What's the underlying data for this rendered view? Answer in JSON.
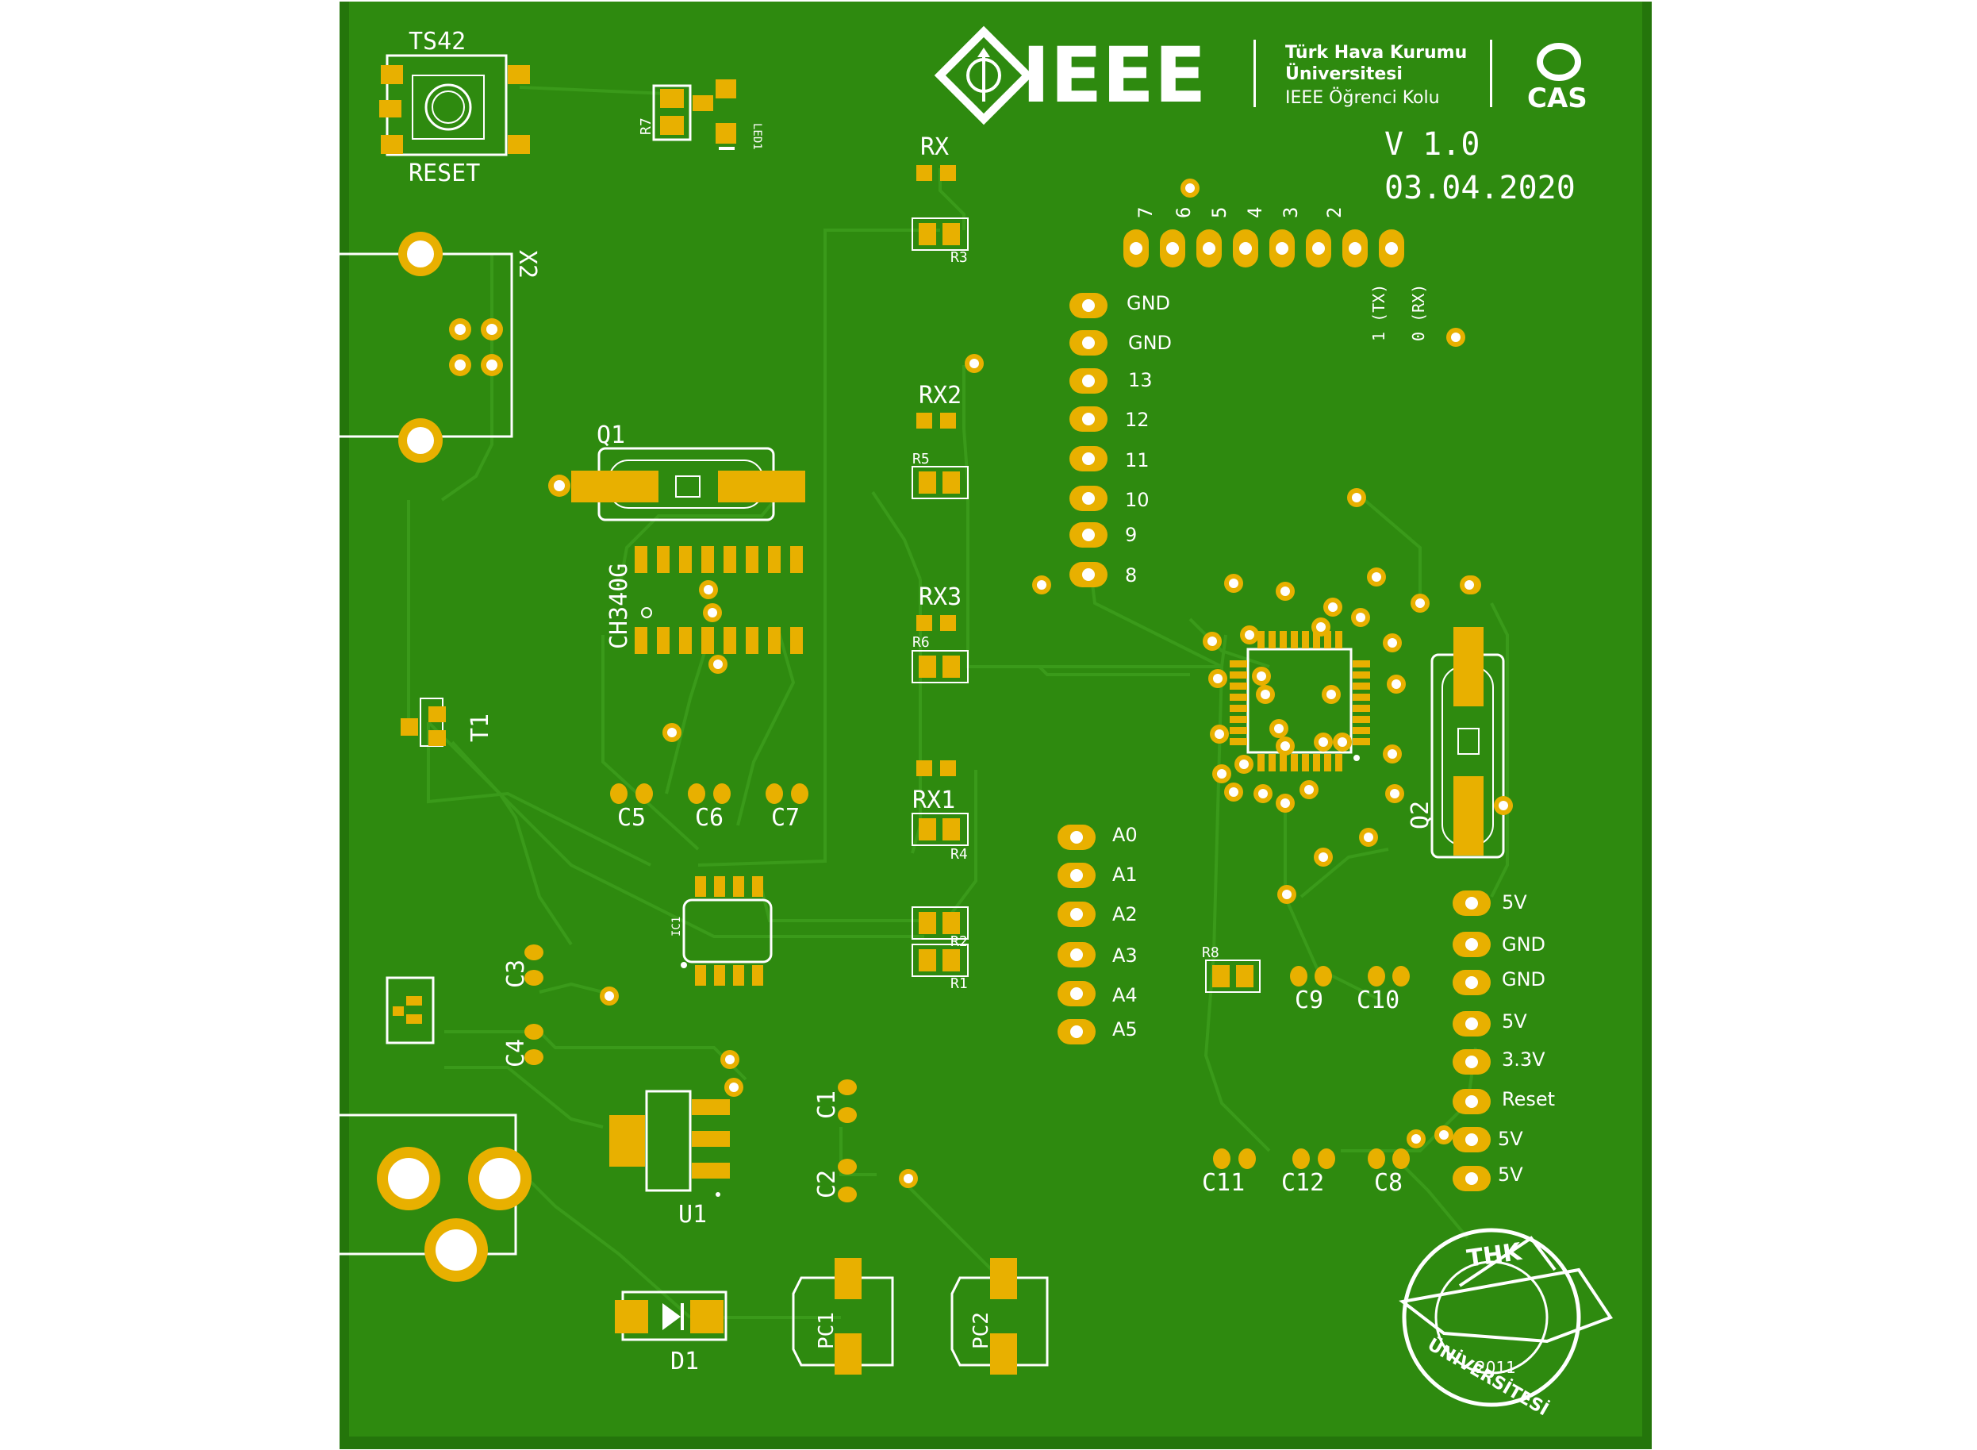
{
  "colors": {
    "board": "#2e8a0f",
    "board_edge": "#24750b",
    "copper": "#e8b000",
    "trace": "#3a9a1a",
    "silk": "#ffffff",
    "hole": "#ffffff"
  },
  "branding": {
    "ieee_wordmark": "IEEE",
    "org_line1": "Türk Hava Kurumu",
    "org_line2": "Üniversitesi",
    "org_line3": "IEEE Öğrenci Kolu",
    "cas_label": "CAS",
    "version": "V 1.0",
    "date": "03.04.2020",
    "thk_seal_top": "THK",
    "thk_seal_year": "2011",
    "thk_seal_bottom": "ÜNİVERSİTESİ"
  },
  "components": {
    "switch_name": "TS42",
    "switch_label": "RESET",
    "r7": "R7",
    "led1": "LED1",
    "x2": "X2",
    "q1": "Q1",
    "ch340": "CH340G",
    "t1": "T1",
    "c5": "C5",
    "c6": "C6",
    "c7": "C7",
    "ic1": "IC1",
    "c3": "C3",
    "c4": "C4",
    "u1": "U1",
    "c1": "C1",
    "c2": "C2",
    "d1": "D1",
    "pc1": "PC1",
    "pc2": "PC2",
    "rx": "RX",
    "r3": "R3",
    "rx2": "RX2",
    "r5": "R5",
    "rx3": "RX3",
    "r6": "R6",
    "rx1": "RX1",
    "r4": "R4",
    "r2": "R2",
    "r1": "R1",
    "r8": "R8",
    "c9": "C9",
    "c10": "C10",
    "c11": "C11",
    "c12": "C12",
    "c8": "C8",
    "q2": "Q2"
  },
  "headers": {
    "top_digital": [
      "7",
      "6",
      "5",
      "4",
      "3",
      "2",
      "1 (TX)",
      "0 (RX)"
    ],
    "left_digital": [
      "GND",
      "GND",
      "13",
      "12",
      "11",
      "10",
      "9",
      "8"
    ],
    "analog": [
      "A0",
      "A1",
      "A2",
      "A3",
      "A4",
      "A5"
    ],
    "power": [
      "5V",
      "GND",
      "GND",
      "5V",
      "3.3V",
      "Reset",
      "5V",
      "5V"
    ]
  }
}
